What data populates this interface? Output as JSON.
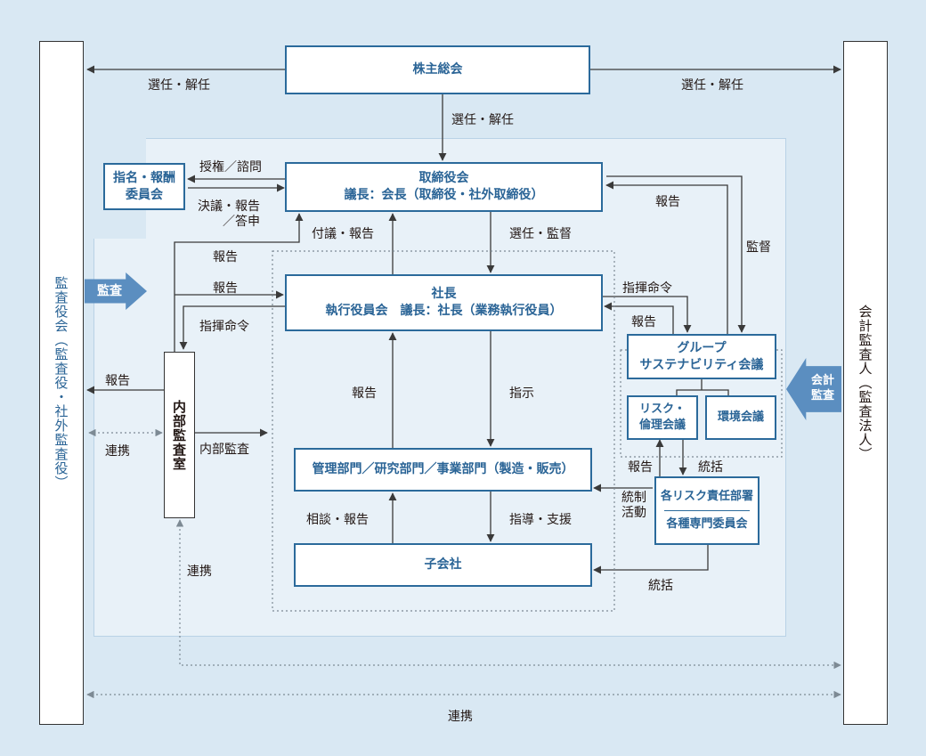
{
  "boxes": {
    "shareholders": "株主総会",
    "board_line1": "取締役会",
    "board_line2": "議長：会長（取締役・社外取締役）",
    "nomination_line1": "指名・報酬",
    "nomination_line2": "委員会",
    "president_line1": "社長",
    "president_line2": "執行役員会　議長：社長（業務執行役員）",
    "departments": "管理部門／研究部門／事業部門（製造・販売）",
    "subsidiaries": "子会社",
    "group_sustain_line1": "グループ",
    "group_sustain_line2": "サステナビリティ会議",
    "risk_ethics_line1": "リスク・",
    "risk_ethics_line2": "倫理会議",
    "environment": "環境会議",
    "risk_dept_line1": "各リスク責任部署",
    "risk_dept_line2": "各種専門委員会",
    "internal_audit": "内部監査室",
    "audit_committee": "監査役会（監査役・社外監査役）",
    "accounting_auditor": "会計監査人（監査法人）"
  },
  "arrows": {
    "audit_left": "監査",
    "audit_right_line1": "会計",
    "audit_right_line2": "監査"
  },
  "labels": {
    "elect_left": "選任・解任",
    "elect_right": "選任・解任",
    "elect_down": "選任・解任",
    "delegation": "授権／諮問",
    "resolution_line1": "決議・報告",
    "resolution_line2": "／答申",
    "report_board": "報告",
    "supervise": "監督",
    "agenda_report": "付議・報告",
    "select_supervise": "選任・監督",
    "report_ia1": "報告",
    "report_ia2": "報告",
    "command_ia": "指揮命令",
    "command_gs": "指揮命令",
    "report_gs": "報告",
    "report_audit": "報告",
    "report_dept": "報告",
    "instruct": "指示",
    "cooperation_left": "連携",
    "internal_audit_label": "内部監査",
    "report_risk": "報告",
    "oversee1": "統括",
    "control_line1": "統制",
    "control_line2": "活動",
    "consult": "相談・報告",
    "guidance": "指導・支援",
    "cooperation_ia": "連携",
    "oversee2": "統括",
    "cooperation_bottom": "連携"
  }
}
